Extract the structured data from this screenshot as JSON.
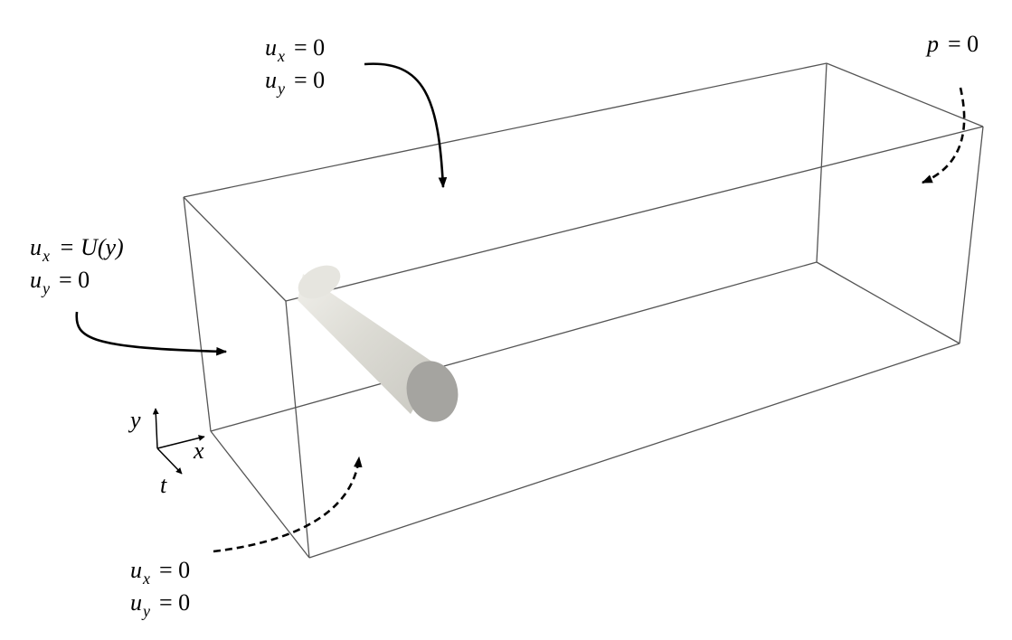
{
  "labels": {
    "top": {
      "line1": {
        "var": "u",
        "sub": "x",
        "rhs": "= 0"
      },
      "line2": {
        "var": "u",
        "sub": "y",
        "rhs": "= 0"
      }
    },
    "outlet": {
      "line1": {
        "var": "p",
        "rhs": "= 0"
      }
    },
    "inlet": {
      "line1": {
        "var": "u",
        "sub": "x",
        "rhs": "= U(y)"
      },
      "line2": {
        "var": "u",
        "sub": "y",
        "rhs": "= 0"
      }
    },
    "bottom": {
      "line1": {
        "var": "u",
        "sub": "x",
        "rhs": "= 0"
      },
      "line2": {
        "var": "u",
        "sub": "y",
        "rhs": "= 0"
      }
    }
  },
  "axes": {
    "y": "y",
    "x": "x",
    "t": "t"
  },
  "colors": {
    "box_edge": "#555555",
    "arrow": "#000000",
    "cylinder_side": "#d9d8d2",
    "cylinder_end": "#a5a4a0"
  }
}
